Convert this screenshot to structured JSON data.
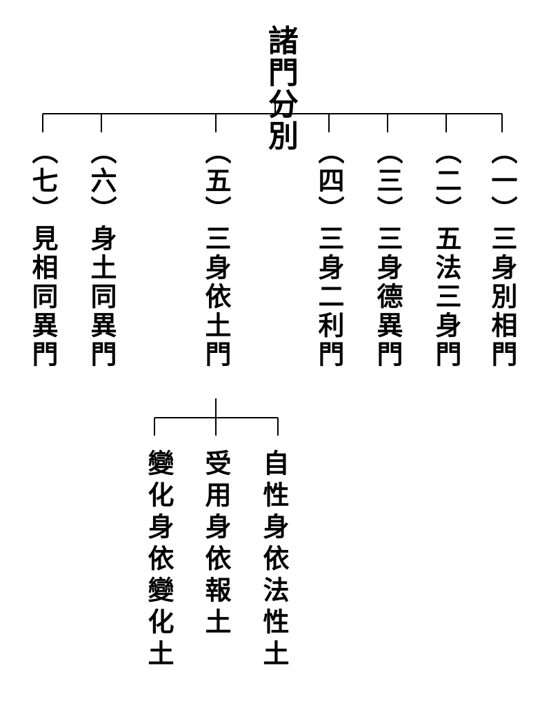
{
  "root": {
    "label": "諸門分別"
  },
  "branches": [
    {
      "label": "（一）三身別相門"
    },
    {
      "label": "（二）五法三身門"
    },
    {
      "label": "（三）三身德異門"
    },
    {
      "label": "（四）三身二利門"
    },
    {
      "label": "（五）三身依土門"
    },
    {
      "label": "（六）身土同異門"
    },
    {
      "label": "（七）見相同異門"
    }
  ],
  "sub_branches": [
    {
      "label": "自性身依法性土"
    },
    {
      "label": "受用身依報土"
    },
    {
      "label": "變化身依變化土"
    }
  ]
}
